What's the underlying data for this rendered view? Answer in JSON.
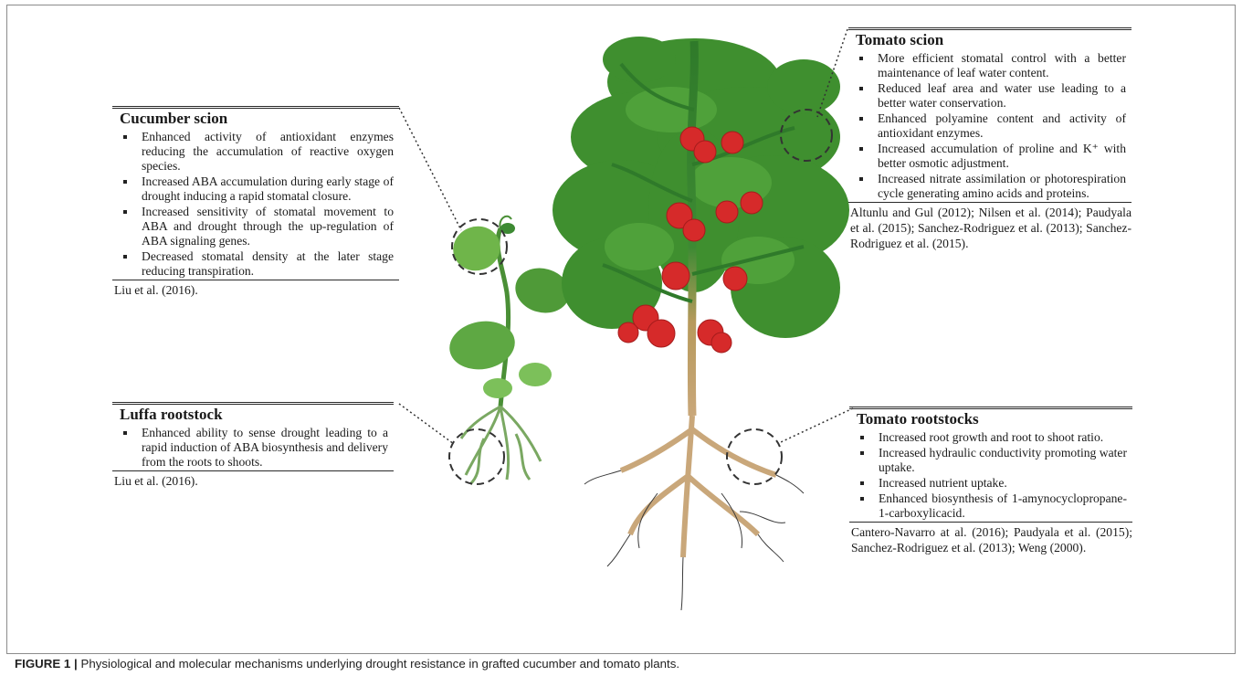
{
  "panels": {
    "cucumber_scion": {
      "title": "Cucumber scion",
      "items": [
        "Enhanced activity of antioxidant enzymes reducing the accumulation of reactive oxygen species.",
        "Increased ABA accumulation during early stage of drought inducing a rapid stomatal closure.",
        "Increased sensitivity of stomatal movement to ABA and drought through the up-regulation of ABA signaling genes.",
        "Decreased stomatal density at the later stage reducing transpiration."
      ],
      "refs": "Liu et al. (2016)."
    },
    "luffa_rootstock": {
      "title": "Luffa rootstock",
      "items": [
        "Enhanced ability to sense drought leading to a rapid induction of ABA biosynthesis and delivery from the roots to shoots."
      ],
      "refs": "Liu et al. (2016)."
    },
    "tomato_scion": {
      "title": "Tomato scion",
      "items": [
        "More efficient stomatal control with a better maintenance of leaf water content.",
        "Reduced leaf area and water use leading to a better water conservation.",
        "Enhanced polyamine content and activity of antioxidant enzymes.",
        "Increased accumulation of proline and K⁺ with better osmotic adjustment.",
        "Increased nitrate assimilation or photorespiration cycle generating amino acids and proteins."
      ],
      "refs": "Altunlu and Gul (2012); Nilsen et al. (2014); Paudyala et al. (2015); Sanchez-Rodriguez et al. (2013); Sanchez-Rodriguez et al. (2015)."
    },
    "tomato_rootstocks": {
      "title": "Tomato rootstocks",
      "items": [
        "Increased root growth and root to shoot ratio.",
        "Increased hydraulic conductivity promoting water uptake.",
        "Increased nutrient uptake.",
        "Enhanced biosynthesis of 1-amynocyclopropane-1-carboxylicacid."
      ],
      "refs": "Cantero-Navarro at al. (2016); Paudyala et al. (2015); Sanchez-Rodriguez et al. (2013); Weng (2000)."
    }
  },
  "caption": {
    "label": "FIGURE 1 |",
    "text": " Physiological and molecular mechanisms underlying drought resistance in grafted cucumber and tomato plants."
  },
  "colors": {
    "leaf_green": "#3f8f2f",
    "leaf_light": "#6fb54a",
    "tomato_red": "#d62a2a",
    "stem_green": "#2f7a2a",
    "root_tan": "#c9a77a"
  }
}
